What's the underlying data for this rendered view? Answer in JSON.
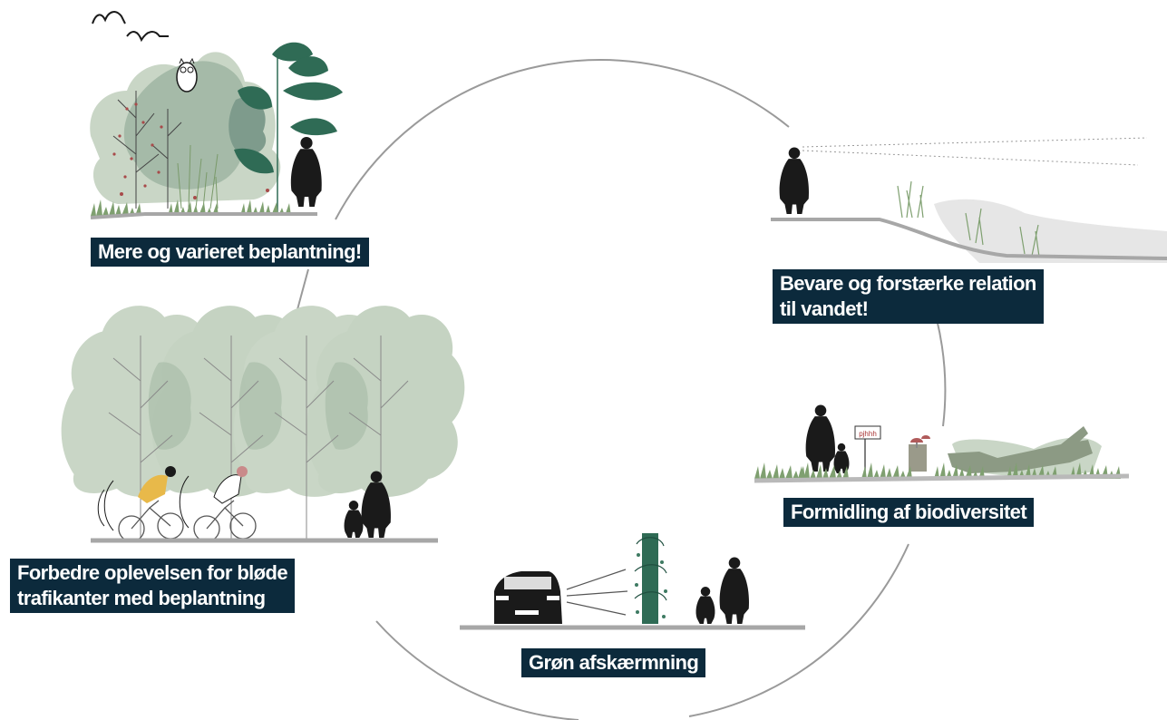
{
  "labels": {
    "beplantning": "Mere og varieret beplantning!",
    "vandet_line1": "Bevare og forstærke relation",
    "vandet_line2": "til vandet!",
    "biodiversitet": "Formidling af biodiversitet",
    "trafikanter_line1": "Forbedre oplevelsen for bløde",
    "trafikanter_line2": "trafikanter med beplantning",
    "afskaermning": "Grøn afskærmning"
  },
  "sign_text": "pjhhh",
  "colors": {
    "label_bg": "#0c2a3c",
    "label_text": "#ffffff",
    "foliage_light": "#c9d6c6",
    "foliage_mid": "#9fb5a2",
    "foliage_dark": "#2f6b55",
    "silhouette": "#1a1a1a",
    "ground": "#a7a7a7",
    "circle": "#9a9a9a",
    "cyclist_shirt": "#e8b94a",
    "berries": "#a84a4a"
  },
  "icons": [
    "owl-icon",
    "bird-icon",
    "person-silhouette-icon",
    "child-silhouette-icon",
    "car-icon",
    "cyclist-icon",
    "mushroom-icon",
    "log-icon",
    "sign-icon"
  ]
}
